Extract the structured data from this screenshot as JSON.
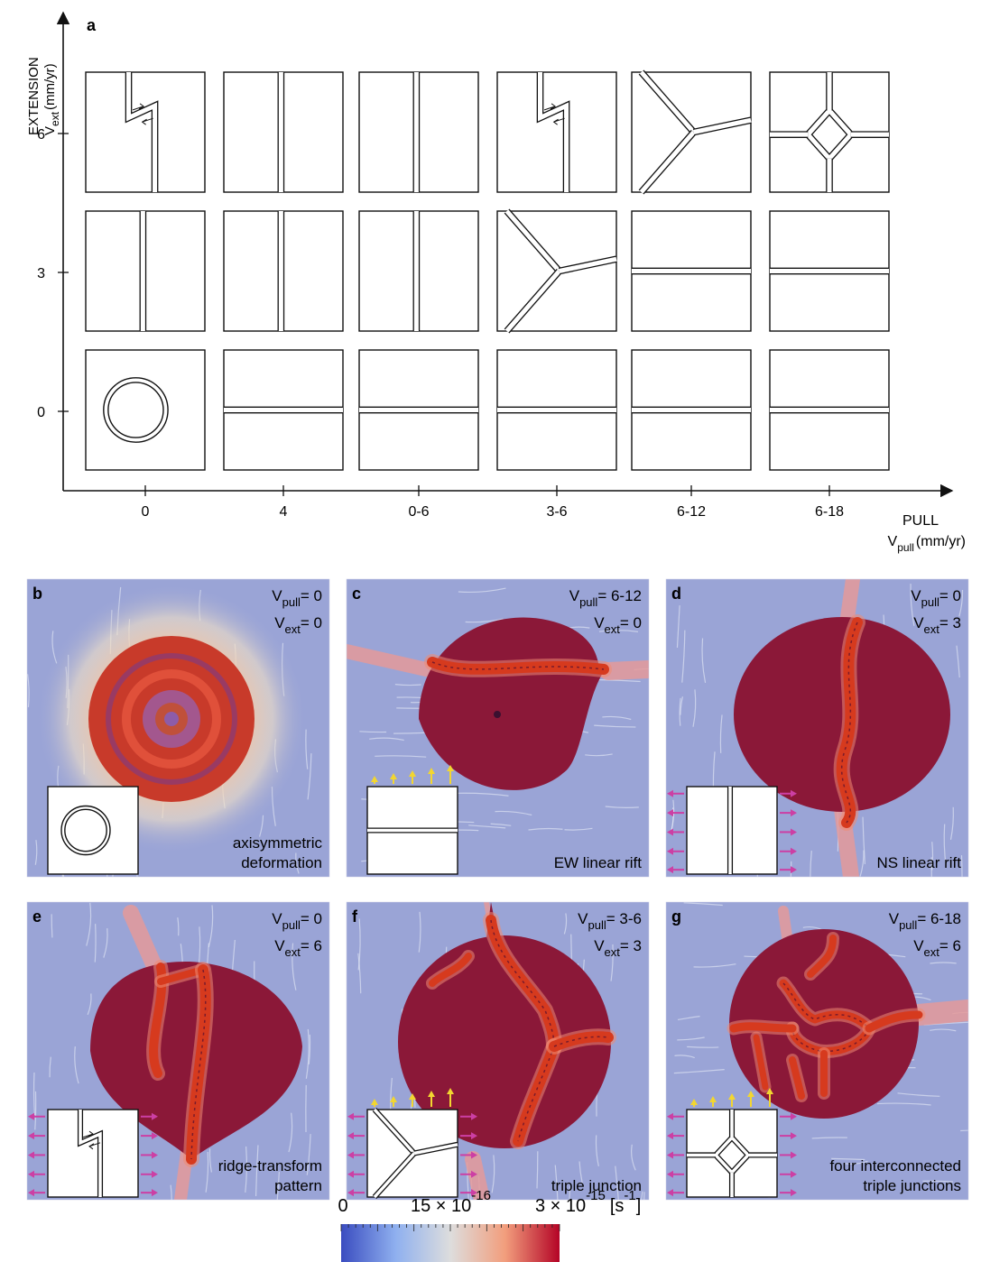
{
  "panel_a": {
    "label": "a",
    "y_axis": {
      "title": "EXTENSION",
      "var_main": "V",
      "var_sub": "ext",
      "unit": "(mm/yr)",
      "ticks": [
        "6",
        "3",
        "0"
      ]
    },
    "x_axis": {
      "title": "PULL",
      "var_main": "V",
      "var_sub": "pull",
      "unit": "(mm/yr)",
      "ticks": [
        "0",
        "4",
        "0-6",
        "3-6",
        "6-12",
        "6-18"
      ]
    },
    "grid": [
      [
        "ridge-transform",
        "ns-rift",
        "ns-rift",
        "ridge-transform",
        "triple-junction",
        "four-junctions"
      ],
      [
        "ns-rift",
        "ns-rift",
        "ns-rift",
        "triple-junction",
        "ew-rift",
        "ew-rift"
      ],
      [
        "circle",
        "ew-rift",
        "ew-rift",
        "ew-rift",
        "ew-rift",
        "ew-rift"
      ]
    ]
  },
  "panels": [
    {
      "label": "b",
      "vpull": "= 0",
      "vext": "= 0",
      "caption": [
        "axisymmetric",
        "deformation"
      ],
      "inset": "circle",
      "arrows_side": false,
      "arrows_up": 0,
      "sim": "axisym"
    },
    {
      "label": "c",
      "vpull": "= 6-12",
      "vext": "= 0",
      "caption": [
        "EW linear rift"
      ],
      "inset": "ew-rift",
      "arrows_side": false,
      "arrows_up": 5,
      "sim": "ew"
    },
    {
      "label": "d",
      "vpull": "= 0",
      "vext": "= 3",
      "caption": [
        "NS linear rift"
      ],
      "inset": "ns-rift",
      "arrows_side": true,
      "arrows_up": 0,
      "sim": "ns"
    },
    {
      "label": "e",
      "vpull": "= 0",
      "vext": "= 6",
      "caption": [
        "ridge-transform",
        "pattern"
      ],
      "inset": "ridge-transform",
      "arrows_side": true,
      "arrows_up": 0,
      "sim": "rt"
    },
    {
      "label": "f",
      "vpull": "= 3-6",
      "vext": "= 3",
      "caption": [
        "triple junction"
      ],
      "inset": "triple-junction",
      "arrows_side": true,
      "arrows_up": 5,
      "sim": "tj"
    },
    {
      "label": "g",
      "vpull": "= 6-18",
      "vext": "= 6",
      "caption": [
        "four interconnected",
        "triple junctions"
      ],
      "inset": "four-junctions",
      "arrows_side": true,
      "arrows_up": 5,
      "sim": "four"
    }
  ],
  "var_labels": {
    "pull_main": "V",
    "pull_sub": "pull",
    "ext_main": "V",
    "ext_sub": "ext"
  },
  "colorbar": {
    "label_min": "0",
    "label_mid": "15 × 10",
    "label_mid_exp": "-16",
    "label_max": "3 × 10",
    "label_max_exp": "-15",
    "unit_open": "[s",
    "unit_exp": "-1",
    "unit_close": "]",
    "colors": [
      "#3a4cc0",
      "#dddddd",
      "#b40426"
    ]
  },
  "colors": {
    "background_blue": "#9aa4d6",
    "domain": "#8b1838",
    "rift": "#d63a1e",
    "pull_arrow": "#f2d630",
    "ext_arrow": "#cc3fa4"
  }
}
